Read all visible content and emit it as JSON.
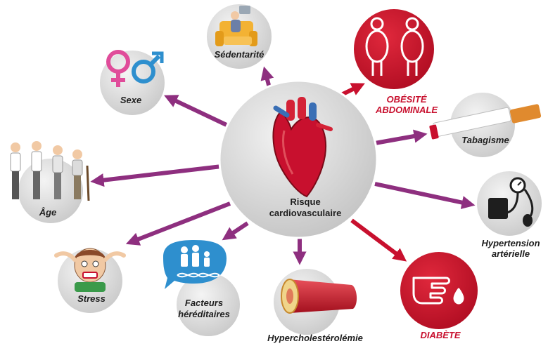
{
  "center": {
    "line1": "Risque",
    "line2": "cardiovasculaire"
  },
  "factors": {
    "sedentarite": "Sédentarité",
    "sexe": "Sexe",
    "obesite_line1": "OBÉSITÉ",
    "obesite_line2": "ABDOMINALE",
    "tabagisme": "Tabagisme",
    "age": "Âge",
    "hypertension_line1": "Hypertension",
    "hypertension_line2": "artérielle",
    "stress": "Stress",
    "facteurs_line1": "Facteurs",
    "facteurs_line2": "héréditaires",
    "hypercholesterolemie": "Hypercholestérolémie",
    "diabete": "DIABÈTE"
  },
  "colors": {
    "arrow_purple": "#8e2f7f",
    "arrow_red": "#c8102e",
    "bubble_grey": "#dcdcdc",
    "accent_red": "#c8102e",
    "accent_blue": "#2e8fce"
  },
  "icons": {
    "center": "heart-icon",
    "sedentarite": "sofa-person-icon",
    "sexe": "gender-symbols-icon",
    "obesite": "obese-silhouettes-icon",
    "tabagisme": "cigarette-icon",
    "age": "elderly-people-icon",
    "hypertension": "blood-pressure-cuff-icon",
    "stress": "stressed-face-icon",
    "facteurs": "family-dna-icon",
    "hypercholesterolemie": "artery-plaque-icon",
    "diabete": "finger-drop-icon"
  }
}
